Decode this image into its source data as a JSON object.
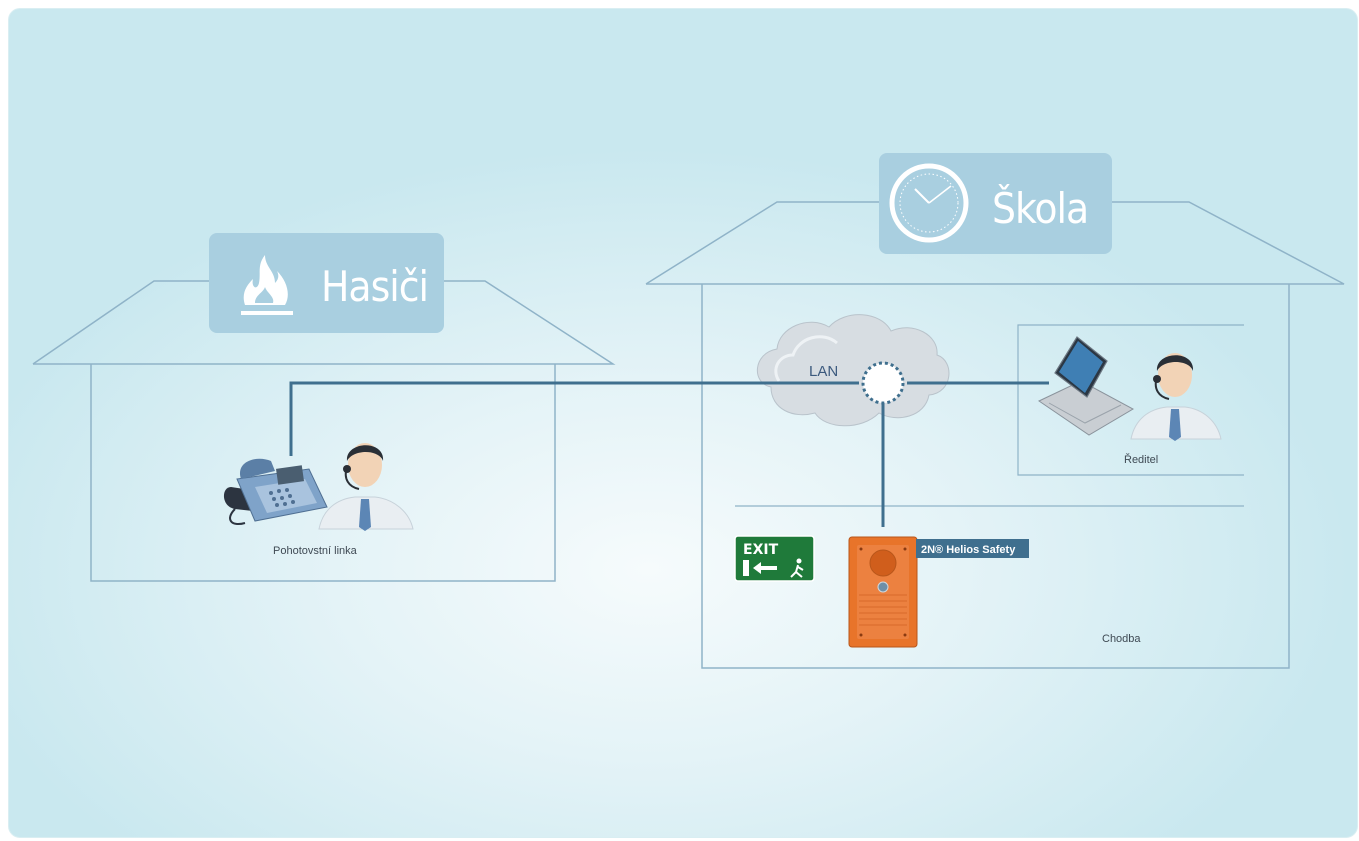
{
  "buildings": {
    "fire_station": {
      "title": "Hasiči",
      "icon": "flame-icon"
    },
    "school": {
      "title": "Škola",
      "icon": "clock-icon"
    }
  },
  "nodes": {
    "emergency_line": {
      "label": "Pohotovstní linka"
    },
    "director": {
      "label": "Ředitel"
    },
    "corridor": {
      "label": "Chodba"
    },
    "lan": {
      "label": "LAN"
    },
    "intercom": {
      "label": "2N® Helios Safety"
    },
    "exit_sign": {
      "label": "EXIT"
    }
  },
  "colors": {
    "wire": "#3f6f8e",
    "outline": "#8fb3c8",
    "title_box": "#a9cfe0",
    "intercom": "#e8742a",
    "exit_green": "#1f7a3a"
  }
}
